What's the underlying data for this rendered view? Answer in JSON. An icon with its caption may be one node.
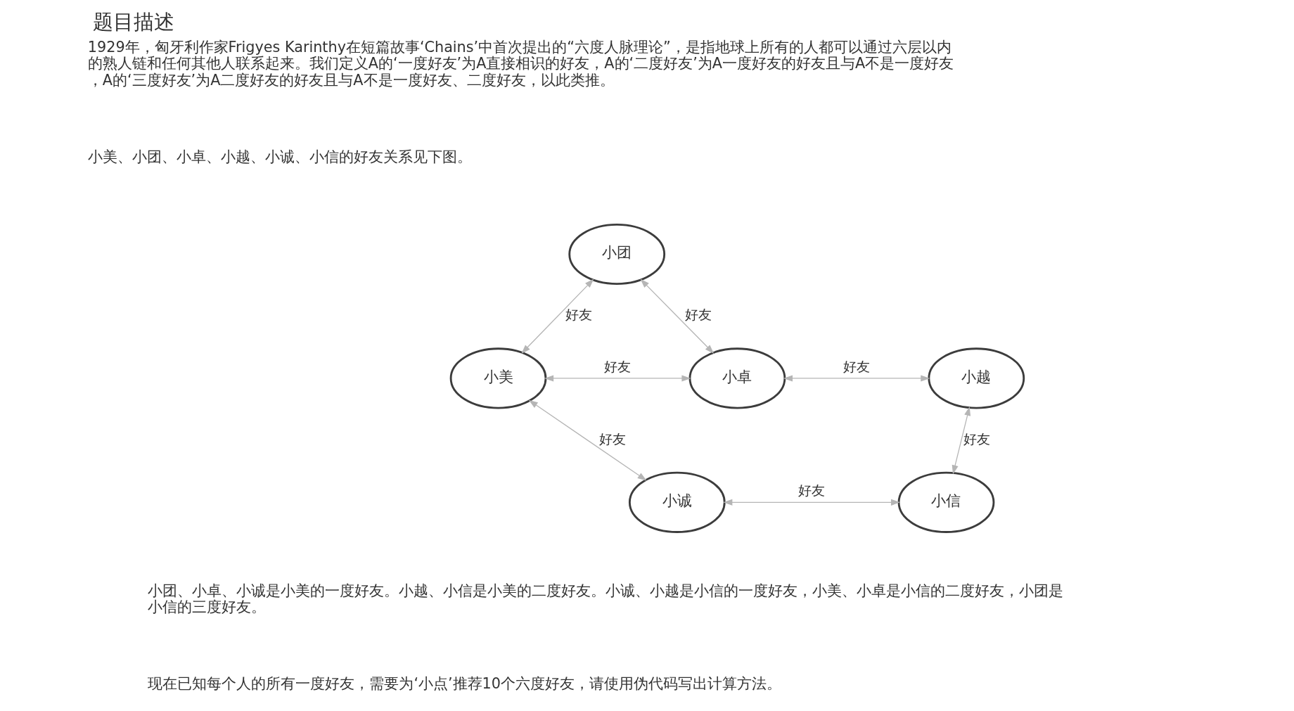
{
  "diagram": {
    "title": "题目描述",
    "nodes": [
      {
        "text": [
          "小团"
        ]
      },
      {
        "text": [
          "小美"
        ]
      },
      {
        "text": [
          "小卓"
        ]
      },
      {
        "text": [
          "小越"
        ]
      },
      {
        "text": [
          "小诚"
        ]
      },
      {
        "text": [
          "小信"
        ]
      }
    ],
    "edges": [
      {
        "from": 0,
        "to": 1,
        "arrow": "both",
        "label": "好友"
      },
      {
        "from": 0,
        "to": 2,
        "arrow": "both",
        "label": "好友"
      },
      {
        "from": 1,
        "to": 2,
        "arrow": "both",
        "label": "好友"
      },
      {
        "from": 2,
        "to": 3,
        "arrow": "both",
        "label": "好友"
      },
      {
        "from": 1,
        "to": 4,
        "arrow": "both",
        "label": "好友"
      },
      {
        "from": 4,
        "to": 5,
        "arrow": "both",
        "label": "好友"
      },
      {
        "from": 3,
        "to": 5,
        "arrow": "both",
        "label": "好友"
      }
    ],
    "labels": [
      "1929年，匈牙利作家Frigyes Karinthy在短篇故事‘Chains’中首次提出的“六度人脉理论”，是指地球上所有的人都可以通过六层以内的熟人链和任何其他人联系起来。我们定义A的‘一度好友’为A直接相识的好友，A的‘二度好友’为A一度好友的好友且与A不是一度好友，A的‘三度好友’为A二度好友的好友且与A不是一度好友、二度好友，以此类推。",
      "小美、小团、小卓、小越、小诚、小信的好友关系见下图。",
      "小团、小卓、小诚是小美的一度好友。小越、小信是小美的二度好友。小诚、小越是小信的一度好友，小美、小卓是小信的二度好友，小团是小信的三度好友。",
      "现在已知每个人的所有一度好友，需要为‘小点’推荐10个六度好友，请使用伪代码写出计算方法。"
    ]
  }
}
